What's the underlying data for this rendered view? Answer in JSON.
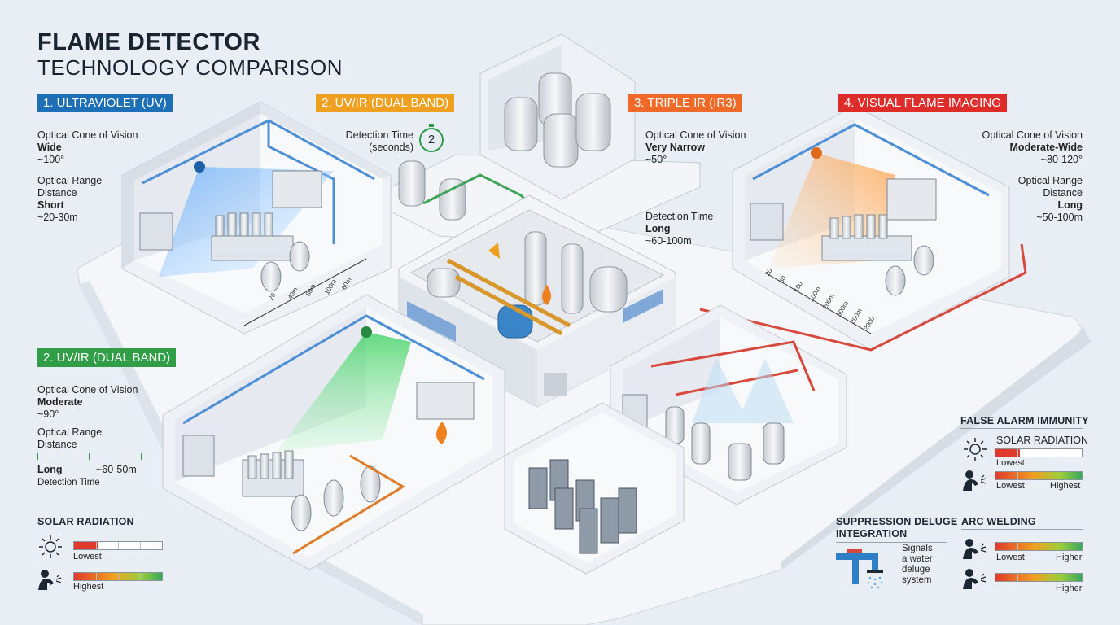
{
  "title": {
    "line1": "FLAME DETECTOR",
    "line2": "TECHNOLOGY COMPARISON"
  },
  "colors": {
    "uv": "#1f6fb4",
    "uvir_top": "#f0a020",
    "ir3": "#ef6a28",
    "visual": "#dd2c2a",
    "uvir_green": "#2f9e46"
  },
  "sections": {
    "uv": {
      "tag": "1. ULTRAVIOLET (UV)",
      "cone_label": "Optical Cone of Vision",
      "cone_value": "Wide",
      "cone_angle": "~100°",
      "range_label1": "Optical Range",
      "range_label2": "Distance",
      "range_value": "Short",
      "range_distance": "~20-30m"
    },
    "uvir_top": {
      "tag": "2. UV/IR (DUAL BAND)",
      "detect_label1": "Detection Time",
      "detect_label2": "(seconds)",
      "timer_value": "2"
    },
    "ir3": {
      "tag": "3. TRIPLE IR (IR3)",
      "cone_label": "Optical Cone of Vision",
      "cone_value": "Very Narrow",
      "cone_angle": "~50°",
      "detect_label": "Detection Time",
      "detect_value": "Long",
      "detect_distance": "~60-100m"
    },
    "visual": {
      "tag": "4. VISUAL FLAME IMAGING",
      "cone_label": "Optical Cone of Vision",
      "cone_value": "Moderate-Wide",
      "cone_angle": "~80-120°",
      "range_label1": "Optical Range",
      "range_label2": "Distance",
      "range_value": "Long",
      "range_distance": "~50-100m"
    },
    "uvir_green": {
      "tag": "2. UV/IR (DUAL BAND)",
      "cone_label": "Optical Cone of Vision",
      "cone_value": "Moderate",
      "cone_angle": "~90°",
      "range_label1": "Optical Range",
      "range_label2": "Distance",
      "range_value": "Long",
      "range_distance": "~60-50m",
      "detect_label": "Detection Time"
    }
  },
  "solar_left": {
    "heading": "SOLAR RADIATION",
    "bar1": {
      "label": "Lowest",
      "fill": 0.28,
      "icon": "sun-icon"
    },
    "bar2": {
      "label": "Highest",
      "fill": 1.0,
      "icon": "welder-icon"
    }
  },
  "false_alarm": {
    "heading": "FALSE ALARM IMMUNITY",
    "solar": {
      "label": "SOLAR RADIATION",
      "bar1_label": "Lowest",
      "bar1_fill": 0.28,
      "bar2_low": "Lowest",
      "bar2_high": "Highest",
      "bar2_fill": 1.0
    }
  },
  "arc_welding": {
    "heading": "ARC WELDING",
    "bar1": {
      "low": "Lowest",
      "high": "Higher",
      "fill": 1.0
    },
    "bar2": {
      "label": "Higher",
      "fill": 1.0
    }
  },
  "suppression": {
    "heading1": "SUPPRESSION DELUGE",
    "heading2": "INTEGRATION",
    "line1": "Signals",
    "line2": "a water",
    "line3": "deluge",
    "line4": "system"
  },
  "distance_marks_uv": [
    "20",
    "40m",
    "80m",
    "100m",
    "60m"
  ],
  "distance_marks_visual": [
    "20",
    "50",
    "100",
    "100m",
    "200m",
    "300m",
    "300m",
    "2000"
  ]
}
